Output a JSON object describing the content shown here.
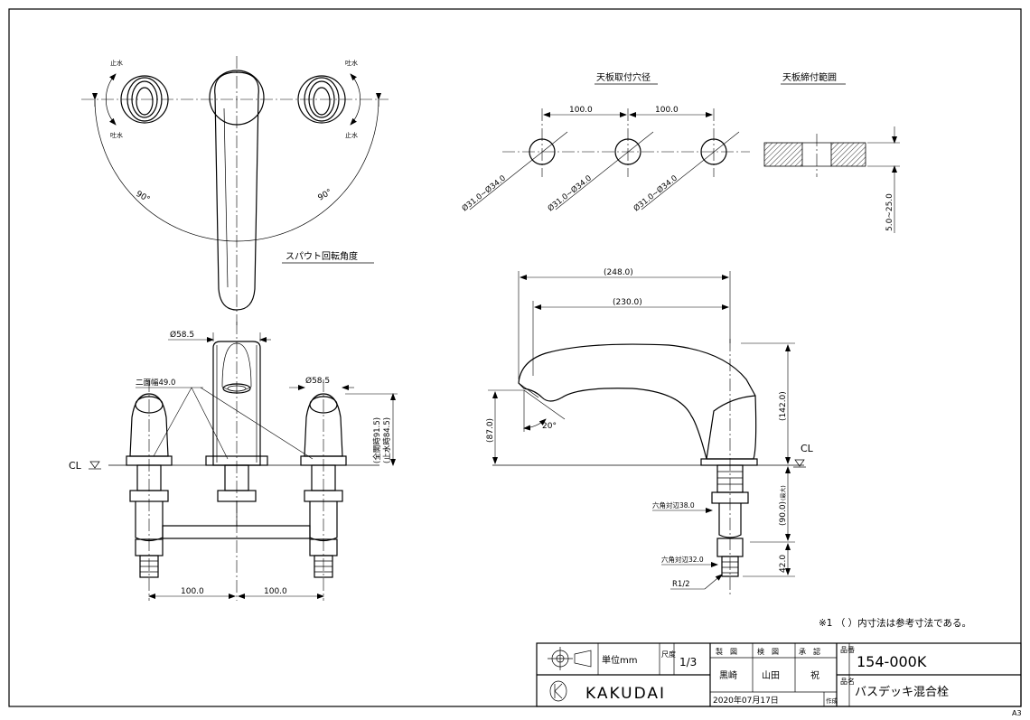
{
  "diagram": {
    "top_view": {
      "label_stop_left": "止水",
      "label_spout_left": "吐水",
      "label_stop_right": "止水",
      "label_spout_right": "吐水",
      "angle_left": "90°",
      "angle_right": "90°",
      "caption": "スパウト回転角度"
    },
    "hole_view": {
      "title": "天板取付穴径",
      "spacing_1": "100.0",
      "spacing_2": "100.0",
      "hole_1": "Ø31.0~Ø34.0",
      "hole_2": "Ø31.0~Ø34.0",
      "hole_3": "Ø31.0~Ø34.0"
    },
    "deck_view": {
      "title": "天板締付範囲",
      "thickness": "5.0~25.0"
    },
    "front_view": {
      "spout_dia": "Ø58.5",
      "handle_dia": "Ø58.5",
      "flat_width": "二面幅49.0",
      "height_open": "(全開時91.5)",
      "height_closed": "(止水時84.5)",
      "cl_label": "CL",
      "spacing_left": "100.0",
      "spacing_right": "100.0"
    },
    "side_view": {
      "length_total": "(248.0)",
      "length_spout": "(230.0)",
      "height_spout": "(142.0)",
      "height_outlet": "(87.0)",
      "angle": "20°",
      "cl_label": "CL",
      "hex_1": "六角対辺38.0",
      "hex_2": "六角対辺32.0",
      "shank": "(90.0)",
      "shank_tol": "(最大)",
      "depth": "42.0",
      "thread": "R1/2"
    },
    "note": "※1 （ ）内寸法は参考寸法である。"
  },
  "title_block": {
    "unit": "単位mm",
    "scale_label": "尺度",
    "scale": "1/3",
    "col_drawn": "製　図",
    "col_checked": "検　図",
    "col_approved": "承　認",
    "drawn_by": "黒崎",
    "checked_by": "山田",
    "approved_by": "祝",
    "part_no_label": "品番",
    "part_no": "154-000K",
    "part_name_label": "品名",
    "part_name": "バスデッキ混合栓",
    "company": "KAKUDAI",
    "date": "2020年07月17日",
    "date_suffix": "作成",
    "sheet": "A3"
  }
}
